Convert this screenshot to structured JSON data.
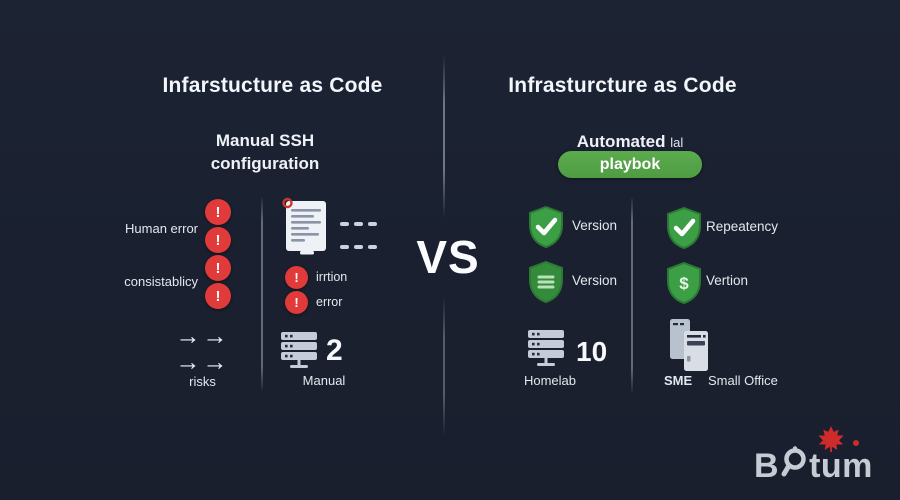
{
  "colors": {
    "background": "#1a202f",
    "alert_red": "#e03a3a",
    "shield_green": "#3d9f45",
    "shield_green_dark": "#2b7a33",
    "pill_green": "#55a447",
    "brand_red": "#cf2b2b",
    "text_light": "#f3f6fa"
  },
  "icons": {
    "exclamation": "!",
    "double_arrow": "→→",
    "dollar": "$"
  },
  "left": {
    "title": "Infarstucture as Code",
    "subtitle": [
      "Manual SSH",
      "configuration"
    ],
    "warning_labels": [
      "Human error",
      "consistablicy"
    ],
    "document_issue_labels": [
      "irrtion",
      "error"
    ],
    "risks_label": "risks",
    "manual": {
      "count": "2",
      "label": "Manual"
    }
  },
  "center": {
    "vs_label": "VS"
  },
  "right": {
    "title": "Infrasturcture as Code",
    "subtitle_main": "Automated",
    "subtitle_extra": "lal",
    "pill_label": "playbok",
    "benefit_labels_col1": [
      "Version",
      "Version"
    ],
    "benefit_labels_col2": [
      "Repeatency",
      "Vertion"
    ],
    "homelab": {
      "count": "10",
      "label": "Homelab"
    },
    "office_labels": [
      "SME",
      "Small Office"
    ]
  },
  "brand": {
    "prefix": "B",
    "suffix": "tum"
  }
}
